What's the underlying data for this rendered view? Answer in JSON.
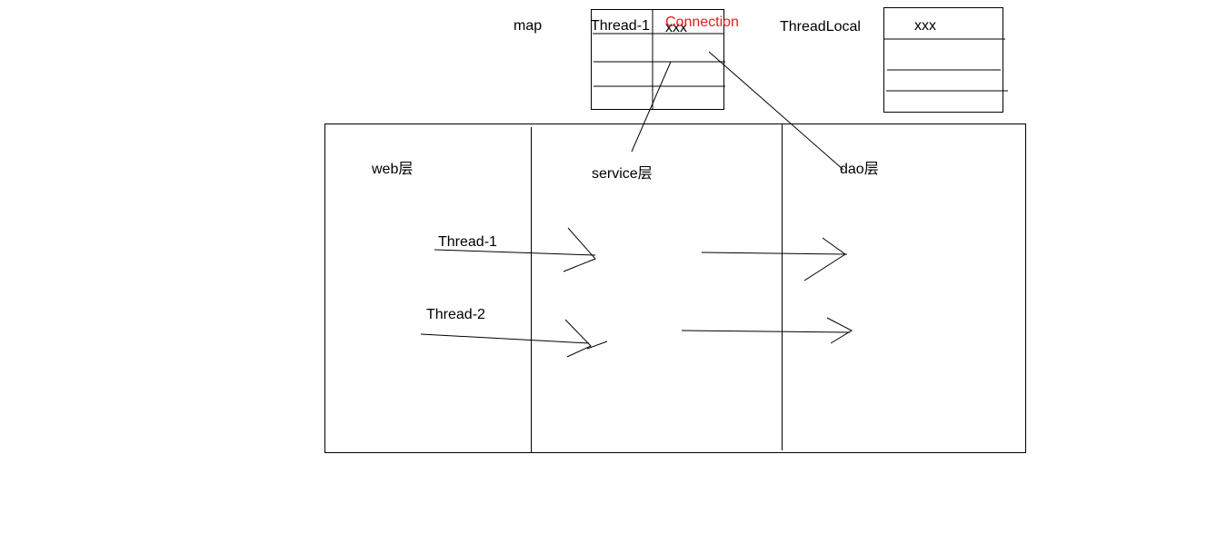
{
  "map": {
    "label": "map",
    "key_label": "Thread-1",
    "value_label": "xxx",
    "connection_label": "Connection"
  },
  "threadlocal": {
    "label": "ThreadLocal",
    "value_label": "xxx"
  },
  "layers": {
    "web": "web层",
    "service": "service层",
    "dao": "dao层"
  },
  "threads": {
    "thread1": "Thread-1",
    "thread2": "Thread-2"
  },
  "colors": {
    "ink": "#000000",
    "connection": "#e02020"
  }
}
